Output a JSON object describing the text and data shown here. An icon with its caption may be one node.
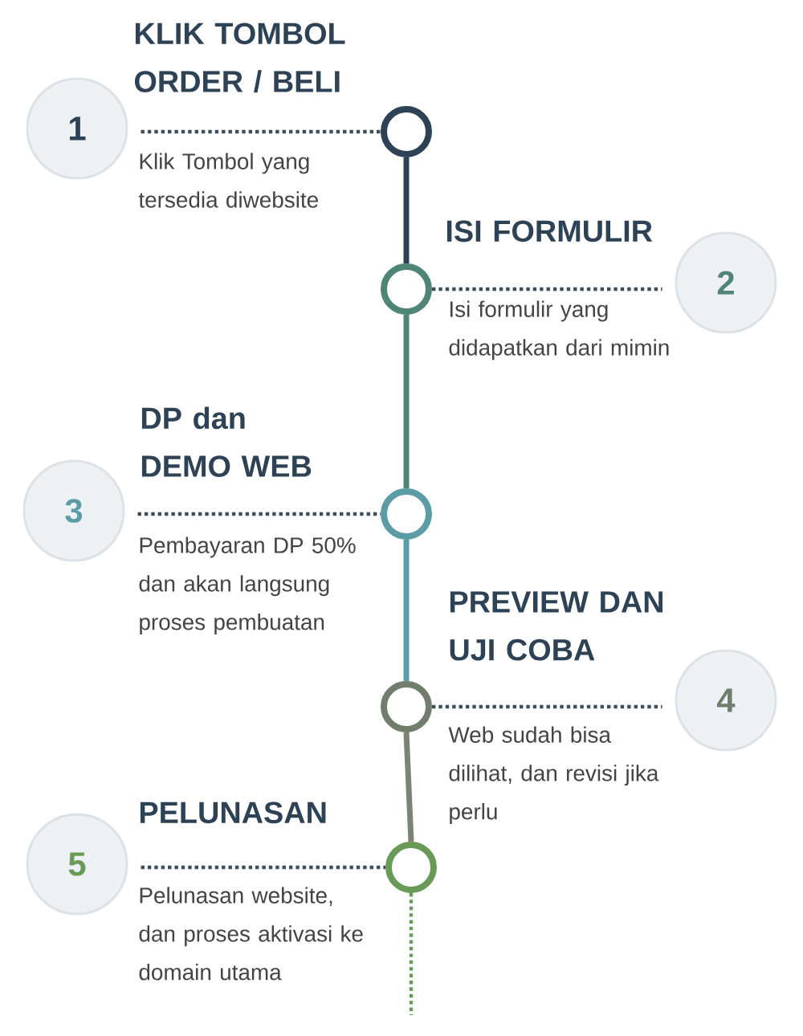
{
  "diagram": {
    "nodes": [
      {
        "text": [
          "1"
        ],
        "beside": [
          "KLIK TOMBOL ORDER / BELI",
          "Klik Tombol yang tersedia diwebsite"
        ]
      },
      {
        "text": [
          "2"
        ],
        "beside": [
          "ISI FORMULIR",
          "Isi formulir yang didapatkan dari mimin"
        ]
      },
      {
        "text": [
          "3"
        ],
        "beside": [
          "DP dan DEMO WEB",
          "Pembayaran DP 50% dan akan langsung proses pembuatan"
        ]
      },
      {
        "text": [
          "4"
        ],
        "beside": [
          "PREVIEW DAN UJI COBA",
          "Web sudah bisa dilihat, dan revisi jika perlu"
        ]
      },
      {
        "text": [
          "5"
        ],
        "beside": [
          "PELUNASAN",
          "Pelunasan website, dan proses aktivasi ke domain utama"
        ]
      },
      {
        "text": [],
        "shape": "circle"
      },
      {
        "text": [],
        "shape": "circle"
      },
      {
        "text": [],
        "shape": "circle"
      },
      {
        "text": [],
        "shape": "circle"
      },
      {
        "text": [],
        "shape": "circle"
      }
    ],
    "edges": [
      {
        "from": 0,
        "to": 5,
        "arrow": "none",
        "style": "dashed"
      },
      {
        "from": 5,
        "to": 6,
        "arrow": "none",
        "color": "#2e4256"
      },
      {
        "from": 6,
        "to": 1,
        "arrow": "none",
        "style": "dashed"
      },
      {
        "from": 6,
        "to": 7,
        "arrow": "none",
        "color": "#4f8576"
      },
      {
        "from": 2,
        "to": 7,
        "arrow": "none",
        "style": "dashed"
      },
      {
        "from": 7,
        "to": 8,
        "arrow": "none",
        "color": "#5b9ca6"
      },
      {
        "from": 8,
        "to": 3,
        "arrow": "none",
        "style": "dashed"
      },
      {
        "from": 8,
        "to": 9,
        "arrow": "none",
        "color": "#7a8472"
      },
      {
        "from": 4,
        "to": 9,
        "arrow": "none",
        "style": "dashed"
      },
      {
        "from": 9,
        "to": null,
        "arrow": "none",
        "style": "dashed",
        "color": "#6a9a58"
      }
    ]
  }
}
